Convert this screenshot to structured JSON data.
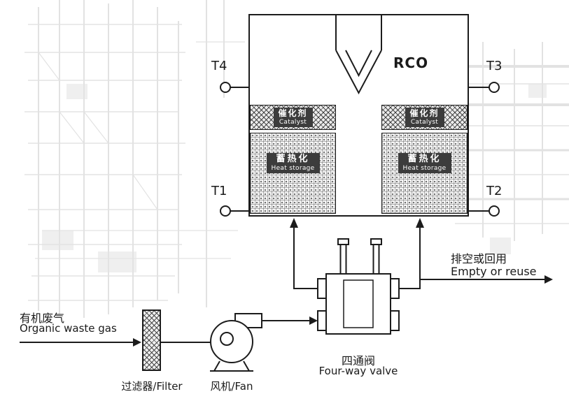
{
  "diagram": {
    "type": "process-flow",
    "vessel": {
      "name": "RCO",
      "catalyst": {
        "zh": "催化剂",
        "en": "Catalyst"
      },
      "heat_storage": {
        "zh": "蓄热化",
        "en": "Heat storage"
      }
    },
    "sensors": {
      "t1": "T1",
      "t2": "T2",
      "t3": "T3",
      "t4": "T4"
    },
    "inlet": {
      "zh": "有机废气",
      "en": "Organic waste gas"
    },
    "filter_label": "过滤器/Filter",
    "fan_label": "风机/Fan",
    "valve": {
      "zh": "四通阀",
      "en": "Four-way valve"
    },
    "outlet": {
      "zh": "排空或回用",
      "en": "Empty or reuse"
    },
    "colors": {
      "line": "#1c1c1c",
      "label_bg": "#3c3c3c",
      "pattern_gray": "#8a8a8a",
      "background": "#ffffff"
    }
  }
}
